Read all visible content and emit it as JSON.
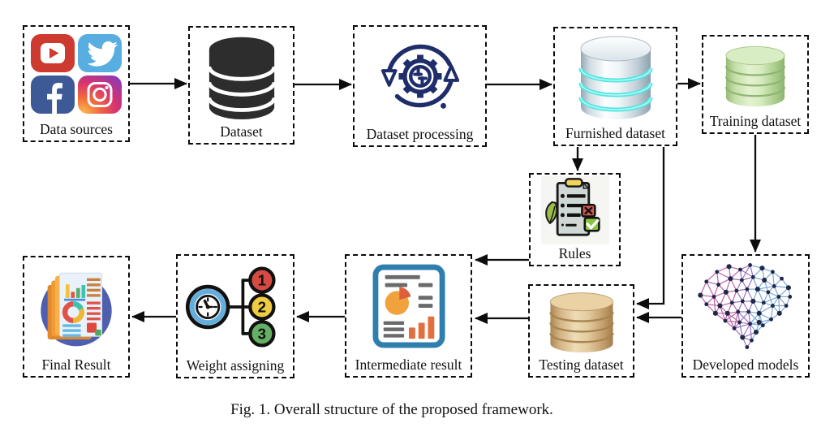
{
  "figure": {
    "caption": "Fig. 1. Overall structure of the proposed framework."
  },
  "nodes": {
    "data_sources": {
      "label": "Data sources",
      "icon": "social-media-grid",
      "icons": [
        "youtube-icon",
        "twitter-icon",
        "facebook-icon",
        "instagram-icon"
      ]
    },
    "dataset": {
      "label": "Dataset",
      "icon": "database-dark-icon"
    },
    "dataset_processing": {
      "label": "Dataset processing",
      "icon": "gear-sync-icon"
    },
    "furnished_dataset": {
      "label": "Furnished dataset",
      "icon": "database-silver-icon"
    },
    "training_dataset": {
      "label": "Training dataset",
      "icon": "database-green-icon"
    },
    "rules": {
      "label": "Rules",
      "icon": "rules-checklist-icon"
    },
    "developed_models": {
      "label": "Developed models",
      "icon": "neural-brain-icon"
    },
    "testing_dataset": {
      "label": "Testing dataset",
      "icon": "database-gold-icon"
    },
    "intermediate_result": {
      "label": "Intermediate result",
      "icon": "report-chart-icon"
    },
    "weight_assigning": {
      "label": "Weight assigning",
      "icon": "weights-clock-icon",
      "weights": [
        "1",
        "2",
        "3"
      ]
    },
    "final_result": {
      "label": "Final Result",
      "icon": "final-report-icon"
    }
  },
  "connections": [
    {
      "from": "data_sources",
      "to": "dataset"
    },
    {
      "from": "dataset",
      "to": "dataset_processing"
    },
    {
      "from": "dataset_processing",
      "to": "furnished_dataset"
    },
    {
      "from": "furnished_dataset",
      "to": "training_dataset"
    },
    {
      "from": "furnished_dataset",
      "to": "rules"
    },
    {
      "from": "furnished_dataset",
      "to": "testing_dataset"
    },
    {
      "from": "training_dataset",
      "to": "developed_models"
    },
    {
      "from": "developed_models",
      "to": "testing_dataset"
    },
    {
      "from": "rules",
      "to": "intermediate_result"
    },
    {
      "from": "testing_dataset",
      "to": "intermediate_result"
    },
    {
      "from": "intermediate_result",
      "to": "weight_assigning"
    },
    {
      "from": "weight_assigning",
      "to": "final_result"
    }
  ],
  "colors": {
    "arrow": "#0d0d0d",
    "box_border": "#0b0b0b",
    "dataset_dark": "#2d2d2d",
    "furnished_stripe": "#4ee6e2",
    "training_green": "#c4dfa8",
    "testing_gold": "#d3b383",
    "processing_navy": "#1f2d6b",
    "weight_red": "#d64a44",
    "weight_yellow": "#f0cc42",
    "weight_green": "#65b064",
    "youtube_red": "#cd3a30",
    "twitter_blue": "#58aee0",
    "facebook_blue": "#3d5a97",
    "instagram_purple": "#8a3ab9",
    "final_circle_blue": "#4d5fae",
    "intermediate_border": "#2e7fae"
  }
}
